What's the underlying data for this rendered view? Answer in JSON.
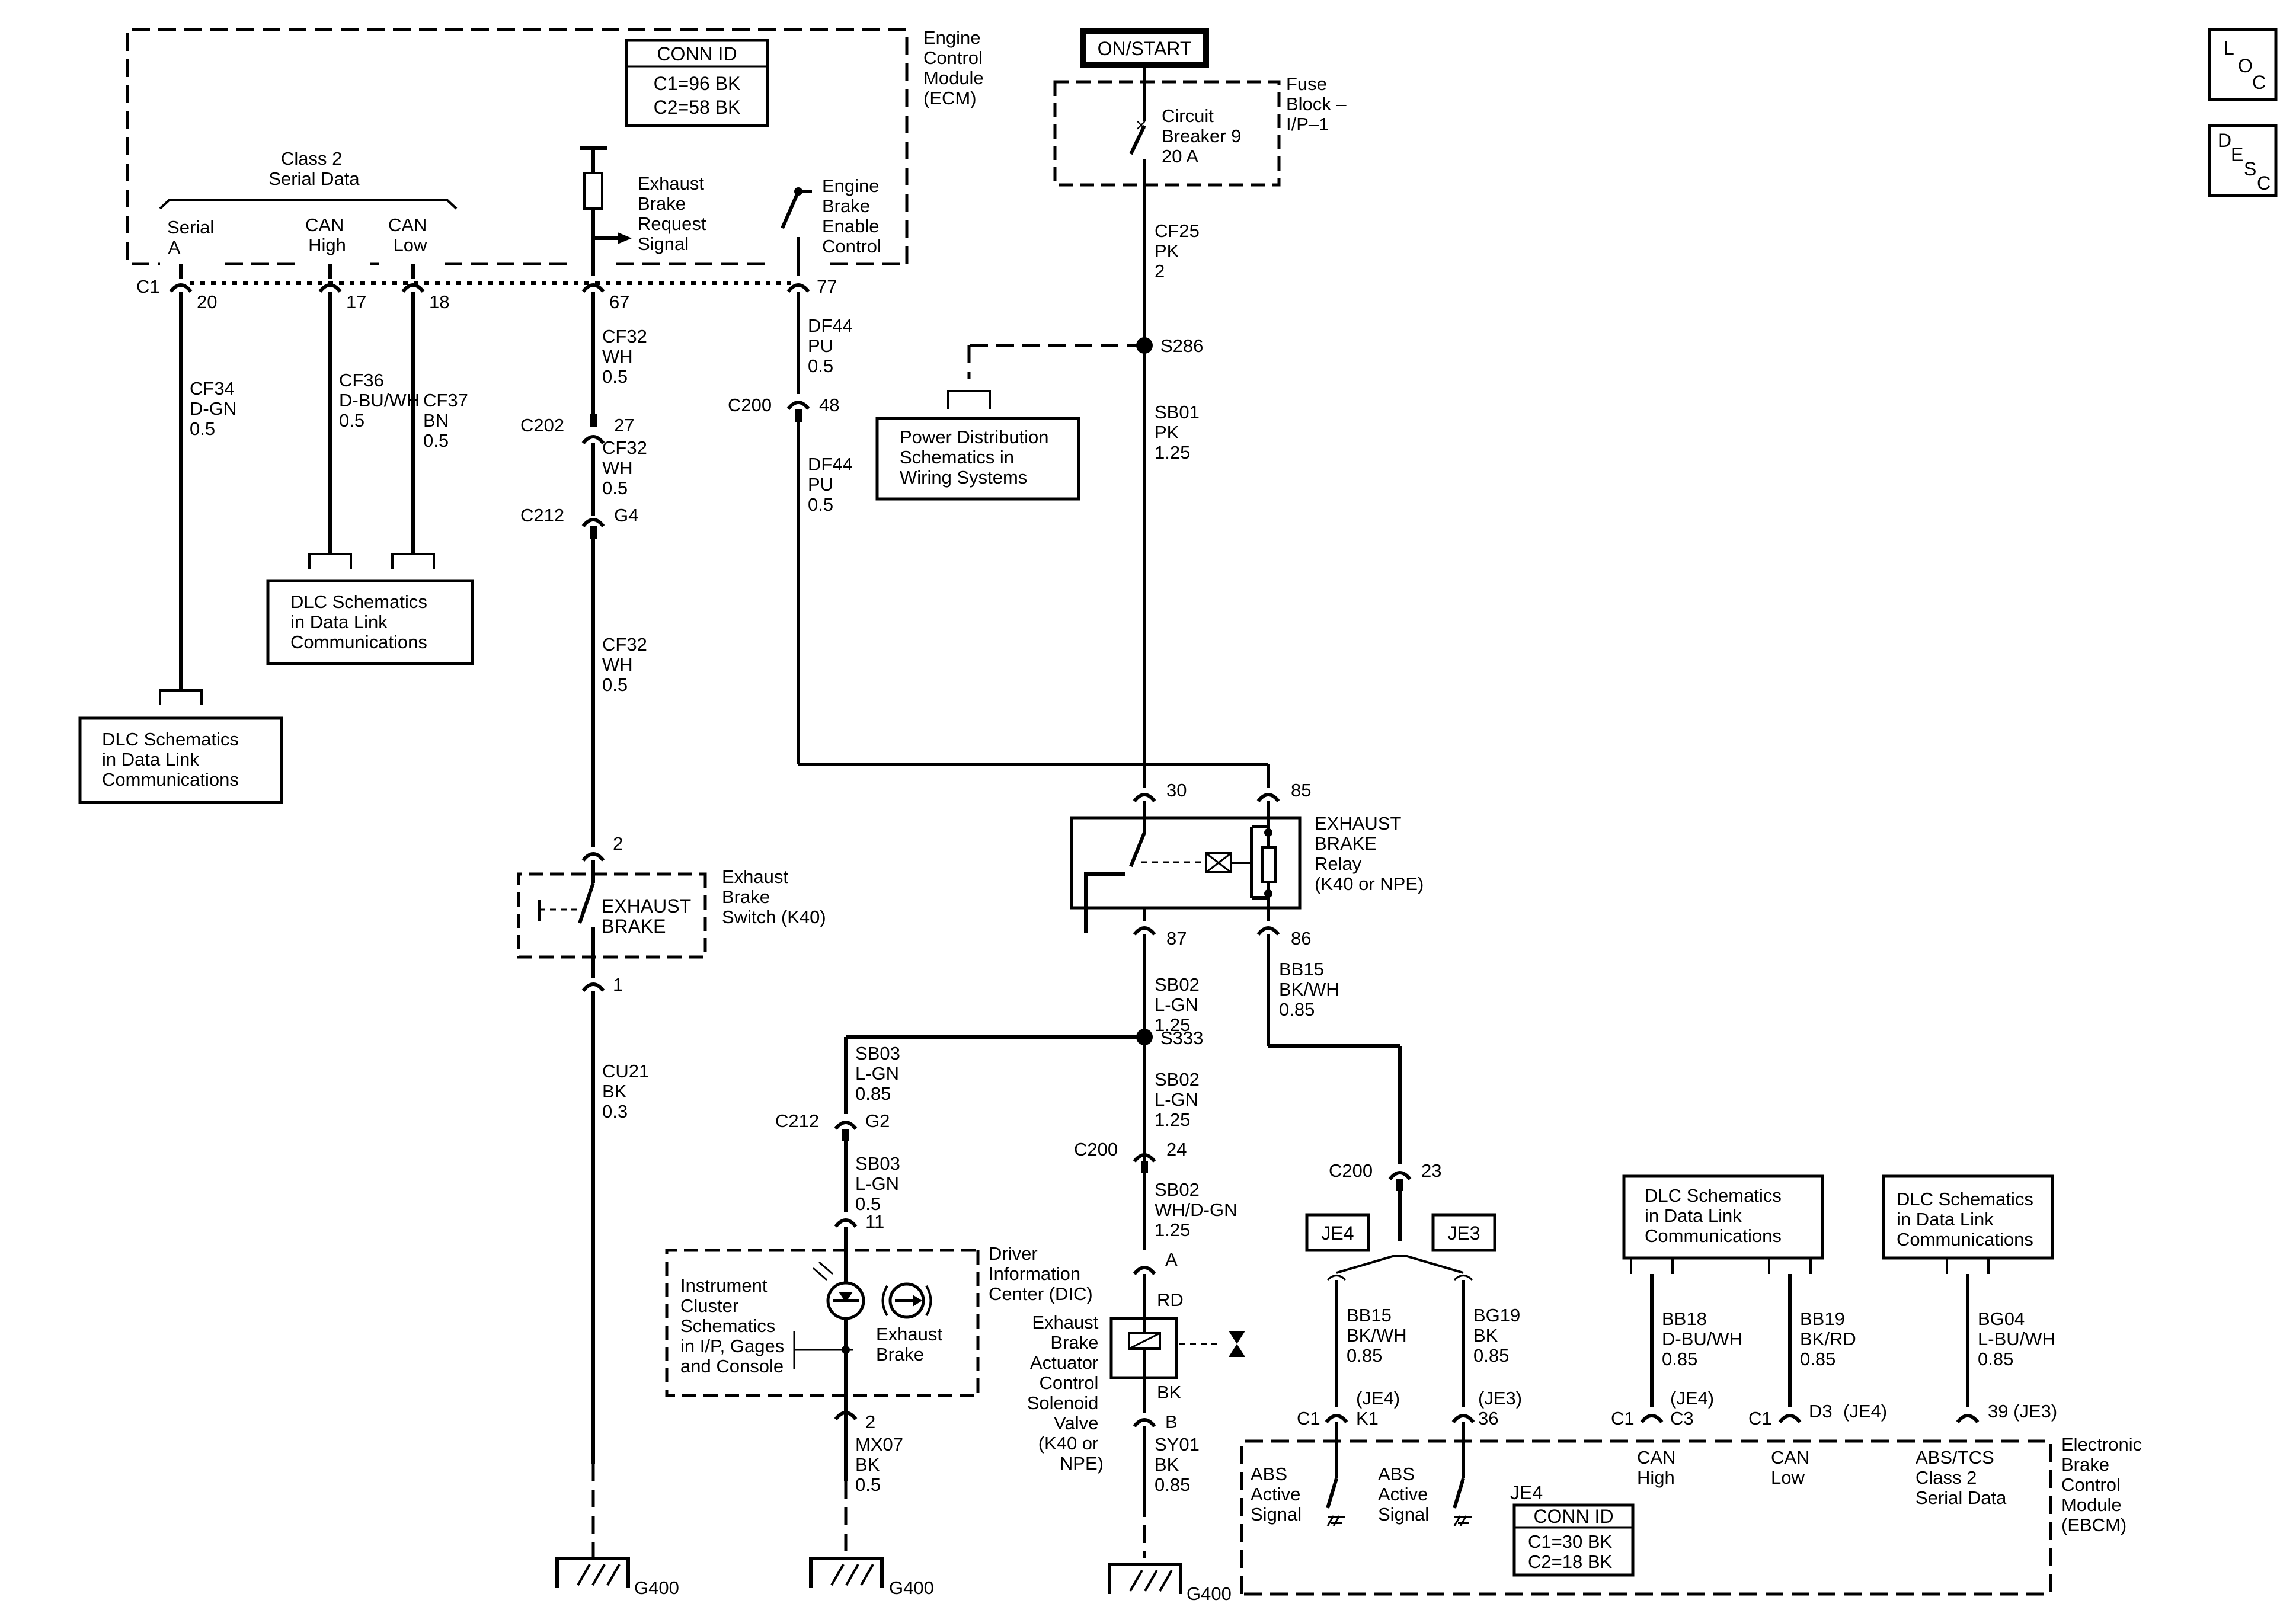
{
  "ecm": {
    "name_lines": [
      "Engine",
      "Control",
      "Module",
      "(ECM)"
    ],
    "conn_id": {
      "title": "CONN ID",
      "lines": [
        "C1=96 BK",
        "C2=58 BK"
      ]
    },
    "class2_lines": [
      "Class 2",
      "Serial Data"
    ],
    "pins": {
      "serial": {
        "label_lines": [
          "Serial",
          "A"
        ],
        "connector": "C1",
        "pin": "20"
      },
      "can_high": {
        "label_lines": [
          "CAN",
          "High"
        ],
        "pin": "17"
      },
      "can_low": {
        "label_lines": [
          "CAN",
          "Low"
        ],
        "pin": "18"
      },
      "exhaust_req": {
        "label_lines": [
          "Exhaust",
          "Brake",
          "Request",
          "Signal"
        ],
        "pin": "67"
      },
      "engine_brake": {
        "label_lines": [
          "Engine",
          "Brake",
          "Enable",
          "Control"
        ],
        "pin": "77"
      }
    }
  },
  "power": {
    "ignition": "ON/START",
    "fuse_block_lines": [
      "Fuse",
      "Block –",
      "I/P–1"
    ],
    "breaker_lines": [
      "Circuit",
      "Breaker 9",
      "20 A"
    ]
  },
  "wires": {
    "cf25": [
      "CF25",
      "PK",
      "2"
    ],
    "sb01": [
      "SB01",
      "PK",
      "1.25"
    ],
    "cf34": [
      "CF34",
      "D-GN",
      "0.5"
    ],
    "cf36": [
      "CF36",
      "D-BU/WH",
      "0.5"
    ],
    "cf37": [
      "CF37",
      "BN",
      "0.5"
    ],
    "cf32_a": [
      "CF32",
      "WH",
      "0.5"
    ],
    "cf32_b": [
      "CF32",
      "WH",
      "0.5"
    ],
    "cf32_c": [
      "CF32",
      "WH",
      "0.5"
    ],
    "df44_a": [
      "DF44",
      "PU",
      "0.5"
    ],
    "df44_b": [
      "DF44",
      "PU",
      "0.5"
    ],
    "cu21": [
      "CU21",
      "BK",
      "0.3"
    ],
    "sb02_a": [
      "SB02",
      "L-GN",
      "1.25"
    ],
    "sb02_b": [
      "SB02",
      "L-GN",
      "1.25"
    ],
    "sb02_c": [
      "SB02",
      "WH/D-GN",
      "1.25"
    ],
    "bb15_a": [
      "BB15",
      "BK/WH",
      "0.85"
    ],
    "bb15_b": [
      "BB15",
      "BK/WH",
      "0.85"
    ],
    "sb03_a": [
      "SB03",
      "L-GN",
      "0.85"
    ],
    "sb03_b": [
      "SB03",
      "L-GN",
      "0.5"
    ],
    "mx07": [
      "MX07",
      "BK",
      "0.5"
    ],
    "sy01": [
      "SY01",
      "BK",
      "0.85"
    ],
    "bg19": [
      "BG19",
      "BK",
      "0.85"
    ],
    "bb18": [
      "BB18",
      "D-BU/WH",
      "0.85"
    ],
    "bb19": [
      "BB19",
      "BK/RD",
      "0.85"
    ],
    "bg04": [
      "BG04",
      "L-BU/WH",
      "0.85"
    ]
  },
  "connectors": {
    "c202": {
      "name": "C202",
      "pin": "27"
    },
    "c212_g4": {
      "name": "C212",
      "pin": "G4"
    },
    "c200_48": {
      "name": "C200",
      "pin": "48"
    },
    "c212_g2": {
      "name": "C212",
      "pin": "G2"
    },
    "c200_24": {
      "name": "C200",
      "pin": "24"
    },
    "c200_23": {
      "name": "C200",
      "pin": "23"
    }
  },
  "splices": {
    "s286": "S286",
    "s333": "S333"
  },
  "refs": {
    "pds": [
      "Power Distribution",
      "Schematics in",
      "Wiring Systems"
    ],
    "dlc_mid": [
      "DLC Schematics",
      "in Data Link",
      "Communications"
    ],
    "dlc_left": [
      "DLC Schematics",
      "in Data Link",
      "Communications"
    ],
    "dlc_right1": [
      "DLC Schematics",
      "in Data Link",
      "Communications"
    ],
    "dlc_right2": [
      "DLC Schematics",
      "in Data Link",
      "Communications"
    ],
    "instrument": [
      "Instrument",
      "Cluster",
      "Schematics",
      "in I/P, Gages",
      "and Console"
    ]
  },
  "relay": {
    "name_lines": [
      "EXHAUST",
      "BRAKE",
      "Relay",
      "(K40 or NPE)"
    ],
    "pins": {
      "p30": "30",
      "p85": "85",
      "p87": "87",
      "p86": "86"
    }
  },
  "switch": {
    "inner_lines": [
      "EXHAUST",
      "BRAKE"
    ],
    "name_lines": [
      "Exhaust",
      "Brake",
      "Switch (K40)"
    ],
    "pin_top": "2",
    "pin_bottom": "1"
  },
  "dic": {
    "name_lines": [
      "Driver",
      "Information",
      "Center (DIC)"
    ],
    "lamp_lines": [
      "Exhaust",
      "Brake"
    ],
    "pin_top": "11",
    "pin_bottom": "2"
  },
  "solenoid": {
    "name_lines": [
      "Exhaust",
      "Brake",
      "Actuator",
      "Control",
      "Solenoid",
      "Valve",
      "(K40 or",
      "NPE)"
    ],
    "pin_a": "A",
    "pin_b": "B",
    "rd": "RD",
    "bk": "BK"
  },
  "ebcm": {
    "name_lines": [
      "Electronic",
      "Brake",
      "Control",
      "Module",
      "(EBCM)"
    ],
    "conn_id": {
      "tag": "JE4",
      "title": "CONN ID",
      "lines": [
        "C1=30 BK",
        "C2=18 BK"
      ]
    },
    "je4_tag": "JE4",
    "je3_tag": "JE3",
    "k1": {
      "conn": "C1",
      "sub": "(JE4)",
      "pin": "K1"
    },
    "p36": {
      "sub": "(JE3)",
      "pin": "36"
    },
    "c3": {
      "conn": "C1",
      "sub": "(JE4)",
      "pin": "C3"
    },
    "d3": {
      "conn": "C1",
      "pin": "D3",
      "sub": "(JE4)"
    },
    "p39": {
      "pin": "39 (JE3)"
    },
    "abs1_lines": [
      "ABS",
      "Active",
      "Signal"
    ],
    "abs2_lines": [
      "ABS",
      "Active",
      "Signal"
    ],
    "canh_lines": [
      "CAN",
      "High"
    ],
    "canl_lines": [
      "CAN",
      "Low"
    ],
    "abstcs_lines": [
      "ABS/TCS",
      "Class 2",
      "Serial Data"
    ]
  },
  "grounds": {
    "g1": "G400",
    "g2": "G400",
    "g3": "G400"
  },
  "badges": {
    "loc": {
      "chars": [
        "L",
        "O",
        "C"
      ],
      "icon": "location-icon"
    },
    "desc": {
      "chars": [
        "D",
        "E",
        "S",
        "C"
      ],
      "icon": "description-icon"
    }
  }
}
